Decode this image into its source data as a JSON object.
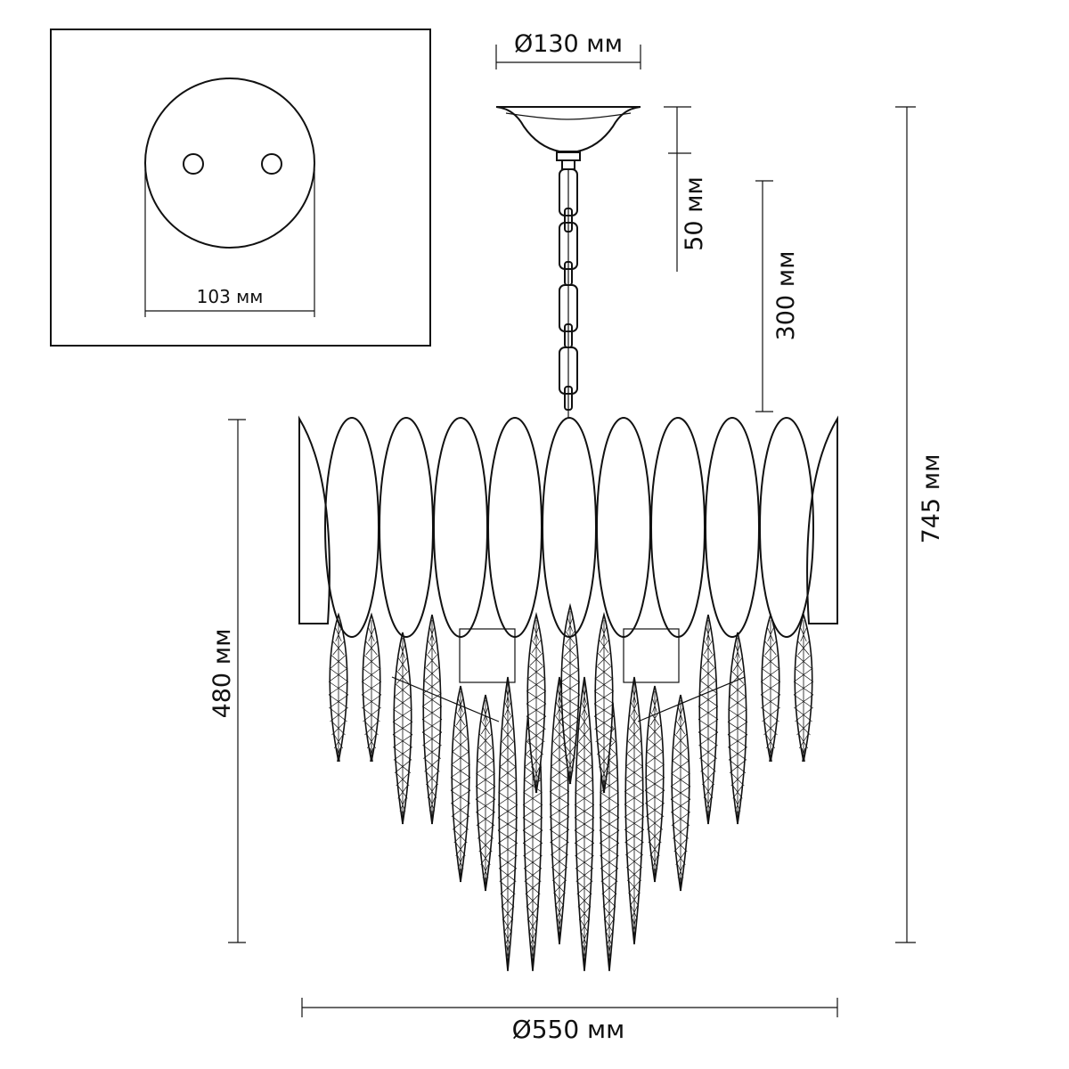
{
  "dimensions": {
    "canopy_diameter": "Ø130 мм",
    "plate_hole_spacing": "103 мм",
    "canopy_height": "50 мм",
    "chain_length": "300 мм",
    "body_height": "480 мм",
    "total_height": "745 мм",
    "body_diameter": "Ø550 мм"
  },
  "colors": {
    "line": "#111111",
    "background": "#ffffff"
  }
}
